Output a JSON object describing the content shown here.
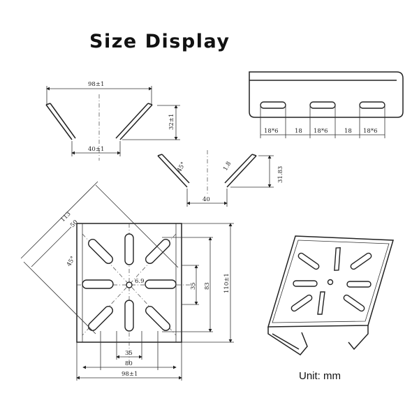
{
  "title": "Size Display",
  "unit_label": "Unit: mm",
  "profile_top": {
    "top_width": "98±1",
    "height": "32±1",
    "bottom_width": "40±1"
  },
  "rail": {
    "seg1": "18*6",
    "seg2": "18",
    "seg3": "18*6",
    "seg4": "18",
    "seg5": "18*6"
  },
  "profile_mid": {
    "angle": "45°",
    "thickness": "1.8",
    "height": "31.83",
    "bottom_width": "40"
  },
  "plate": {
    "diagonal_outer": "113",
    "diagonal_inner": "50",
    "angle": "45°",
    "hole": "6.9",
    "right_35": "35",
    "right_83": "83",
    "right_110": "110±1",
    "bottom_35": "35",
    "bottom_80": "80",
    "bottom_98": "98±1"
  }
}
